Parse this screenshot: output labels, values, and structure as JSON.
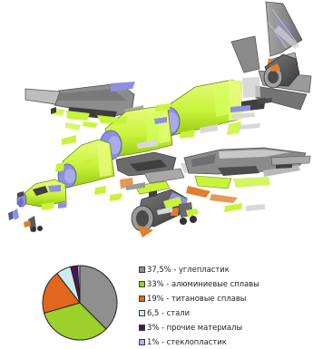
{
  "composition": {
    "items": [
      {
        "label": "37,5% - углепластик",
        "value": 37.5,
        "color": "#8f8f8f"
      },
      {
        "label": "33% - алюминиевые сплавы",
        "value": 33,
        "color": "#9bd12a"
      },
      {
        "label": "19% - титановые сплавы",
        "value": 19,
        "color": "#e2661c"
      },
      {
        "label": "6,5 - стали",
        "value": 6.5,
        "color": "#ccecf2"
      },
      {
        "label": "3% - прочие материалы",
        "value": 3,
        "color": "#4a1550"
      },
      {
        "label": "1% - стеклопластик",
        "value": 1,
        "color": "#b8b0ee"
      }
    ]
  },
  "colors": {
    "gray_part": "#7d7d7d",
    "green_part": "#c8f33a",
    "blue_part": "#8f8fe0",
    "dark_part": "#3f3f3f",
    "orange_part": "#e07e2e"
  }
}
